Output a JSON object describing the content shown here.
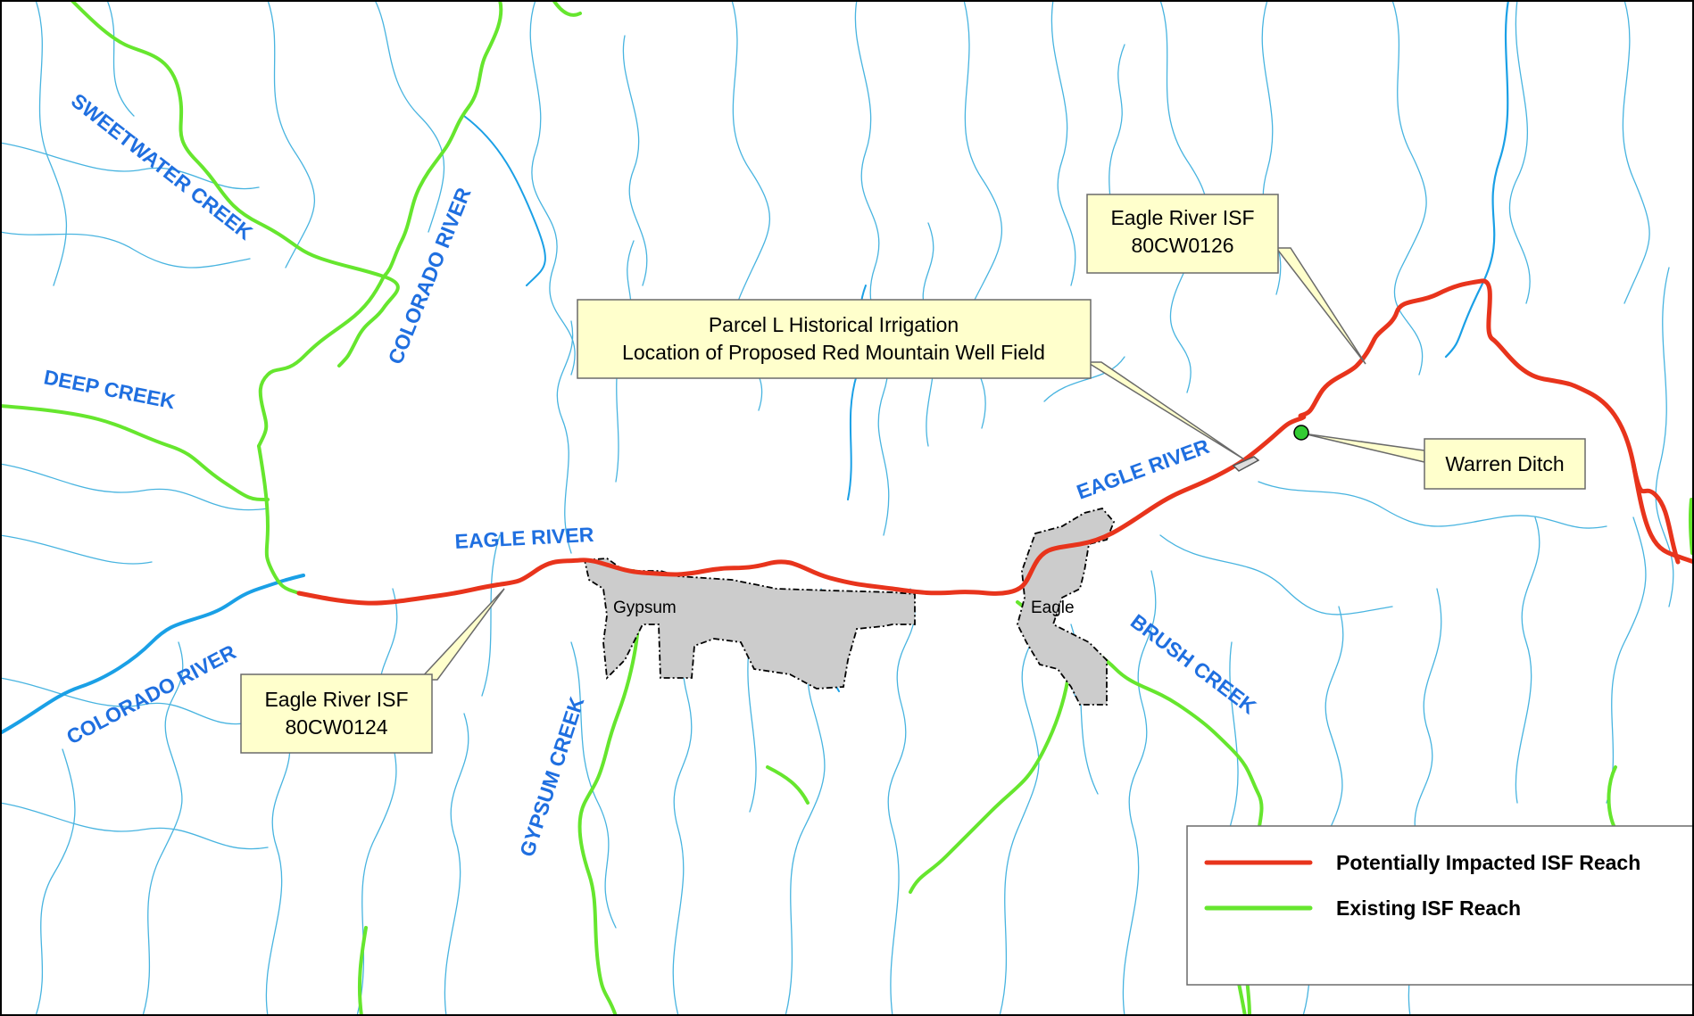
{
  "colors": {
    "stream": "#48b4e0",
    "river_blue": "#1aa0e6",
    "existing_isf": "#66e62e",
    "impacted_isf": "#e8341c",
    "town_fill": "#cccccc",
    "callout_fill": "#ffffcc",
    "label_blue": "#1f6fe0",
    "point_marker": "#33cc33"
  },
  "river_labels": {
    "sweetwater_creek": "SWEETWATER CREEK",
    "colorado_river_north": "COLORADO RIVER",
    "deep_creek": "DEEP CREEK",
    "eagle_river_west": "EAGLE RIVER",
    "eagle_river_east": "EAGLE RIVER",
    "colorado_river_south": "COLORADO RIVER",
    "gypsum_creek": "GYPSUM CREEK",
    "brush_creek": "BRUSH CREEK"
  },
  "towns": {
    "gypsum": "Gypsum",
    "eagle": "Eagle"
  },
  "callouts": {
    "isf_80cw0126": {
      "line1": "Eagle River ISF",
      "line2": "80CW0126"
    },
    "parcel_l": {
      "line1": "Parcel L Historical Irrigation",
      "line2": "Location of Proposed Red Mountain Well Field"
    },
    "warren_ditch": {
      "line1": "Warren Ditch"
    },
    "isf_80cw0124": {
      "line1": "Eagle River ISF",
      "line2": "80CW0124"
    }
  },
  "legend": {
    "items": [
      {
        "label": "Potentially Impacted ISF Reach",
        "color": "#e8341c"
      },
      {
        "label": "Existing ISF Reach",
        "color": "#66e62e"
      }
    ]
  }
}
